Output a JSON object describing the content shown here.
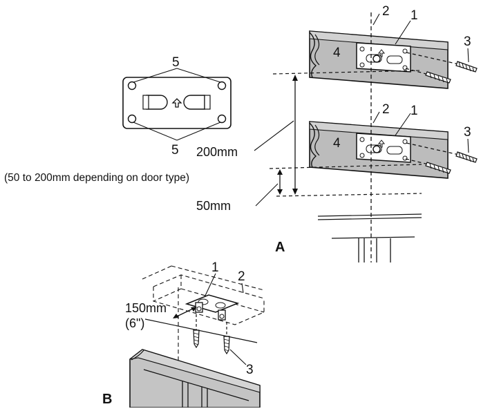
{
  "panel_a": {
    "letter": "A",
    "callouts": {
      "bracket_upper": "1",
      "bracket_lower": "1",
      "centerline_upper": "2",
      "centerline_lower": "2",
      "screw_upper": "3",
      "screw_lower": "3",
      "rail_upper": "4",
      "rail_lower": "4",
      "holes_top": "5",
      "holes_bottom": "5"
    },
    "dimension_200": "200mm",
    "dimension_note": "(50 to 200mm depending on door type)",
    "dimension_50": "50mm"
  },
  "panel_b": {
    "letter": "B",
    "callouts": {
      "bracket": "1",
      "centerline": "2",
      "screw": "3"
    },
    "dimension_mm": "150mm",
    "dimension_in": "(6\")"
  },
  "colors": {
    "line": "#111111",
    "rail_fill": "#bcbcbc",
    "rail_top": "#d2d2d2",
    "door_fill": "#c4c4c4",
    "plate_fill": "#ffffff"
  }
}
